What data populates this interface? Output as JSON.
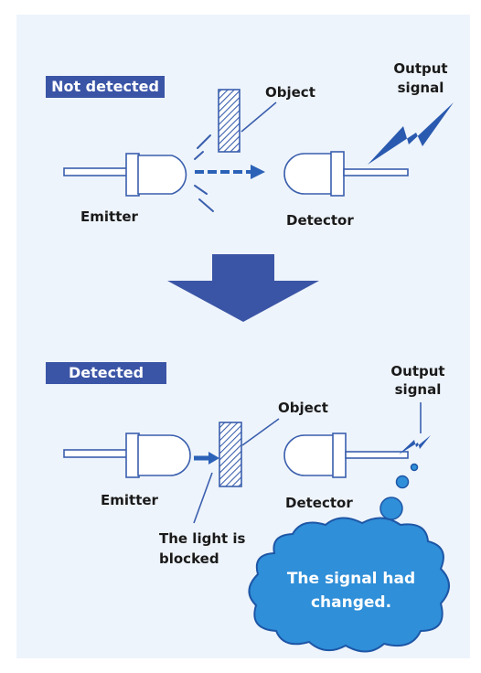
{
  "colors": {
    "panel_bg": "#eef4fb",
    "badge_bg": "#3b55a6",
    "accent_blue": "#2a5ab0",
    "line_blue": "#2b62b8",
    "cloud_fill": "#2f8fd8",
    "cloud_stroke": "#1d56a6",
    "outline": "#3a5fae"
  },
  "top": {
    "badge": "Not detected",
    "object_label": "Object",
    "output_label_1": "Output",
    "output_label_2": "signal",
    "emitter_label": "Emitter",
    "detector_label": "Detector"
  },
  "bottom": {
    "badge": "Detected",
    "object_label": "Object",
    "output_label_1": "Output",
    "output_label_2": "signal",
    "emitter_label": "Emitter",
    "detector_label": "Detector",
    "blocked_line_1": "The light is",
    "blocked_line_2": "blocked",
    "cloud_line_1": "The signal had",
    "cloud_line_2": "changed."
  }
}
